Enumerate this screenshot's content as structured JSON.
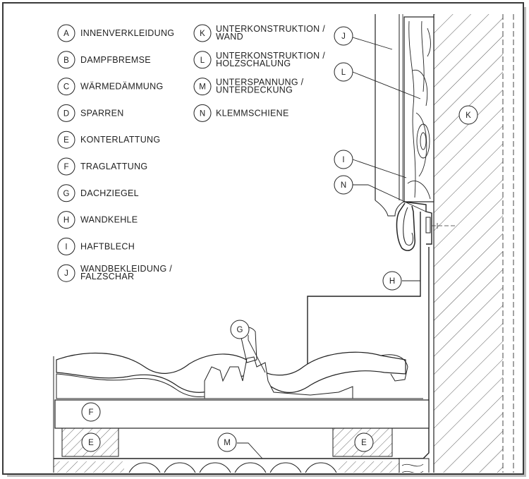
{
  "legend": [
    {
      "letter": "A",
      "text": [
        "INNENVERKLEIDUNG"
      ]
    },
    {
      "letter": "B",
      "text": [
        "DAMPFBREMSE"
      ]
    },
    {
      "letter": "C",
      "text": [
        "WÄRMEDÄMMUNG"
      ]
    },
    {
      "letter": "D",
      "text": [
        "SPARREN"
      ]
    },
    {
      "letter": "E",
      "text": [
        "KONTERLATTUNG"
      ]
    },
    {
      "letter": "F",
      "text": [
        "TRAGLATTUNG"
      ]
    },
    {
      "letter": "G",
      "text": [
        "DACHZIEGEL"
      ]
    },
    {
      "letter": "H",
      "text": [
        "WANDKEHLE"
      ]
    },
    {
      "letter": "I",
      "text": [
        "HAFTBLECH"
      ]
    },
    {
      "letter": "J",
      "text": [
        "WANDBEKLEIDUNG /",
        "FALZSCHAR"
      ]
    },
    {
      "letter": "K",
      "text": [
        "UNTERKONSTRUKTION /",
        "WAND"
      ]
    },
    {
      "letter": "L",
      "text": [
        "UNTERKONSTRUKTION /",
        "HOLZSCHALUNG"
      ]
    },
    {
      "letter": "M",
      "text": [
        "UNTERSPANNUNG /",
        "UNTERDECKUNG"
      ]
    },
    {
      "letter": "N",
      "text": [
        "KLEMMSCHIENE"
      ]
    }
  ],
  "callouts": {
    "J": "J",
    "L": "L",
    "K": "K",
    "I": "I",
    "N": "N",
    "H": "H",
    "G": "G",
    "F": "F",
    "E1": "E",
    "E2": "E",
    "M": "M"
  },
  "colors": {
    "line": "#222222",
    "hatch": "#555555",
    "background": "#ffffff",
    "frame": "#3a3a3a"
  }
}
